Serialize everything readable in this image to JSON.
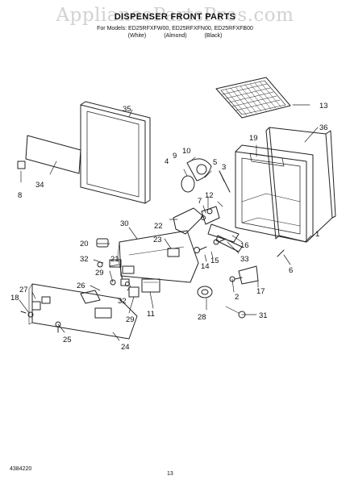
{
  "header": {
    "watermark": "AppliancePartsPros.com",
    "title": "DISPENSER FRONT PARTS",
    "models_prefix": "For Models:",
    "models": "ED25RFXFW00, ED25RFXFN00, ED25RFXFB00",
    "variants": [
      "(White)",
      "(Almond)",
      "(Black)"
    ]
  },
  "callouts": [
    "1",
    "2",
    "3",
    "4",
    "5",
    "6",
    "7",
    "8",
    "9",
    "10",
    "11",
    "12",
    "13",
    "14",
    "15",
    "16",
    "17",
    "18",
    "19",
    "20",
    "21",
    "22",
    "23",
    "24",
    "25",
    "26",
    "27",
    "28",
    "29",
    "29",
    "30",
    "31",
    "32",
    "32",
    "33",
    "34",
    "35",
    "36"
  ],
  "footer": {
    "doc_number": "4384220",
    "page_number": "13"
  }
}
